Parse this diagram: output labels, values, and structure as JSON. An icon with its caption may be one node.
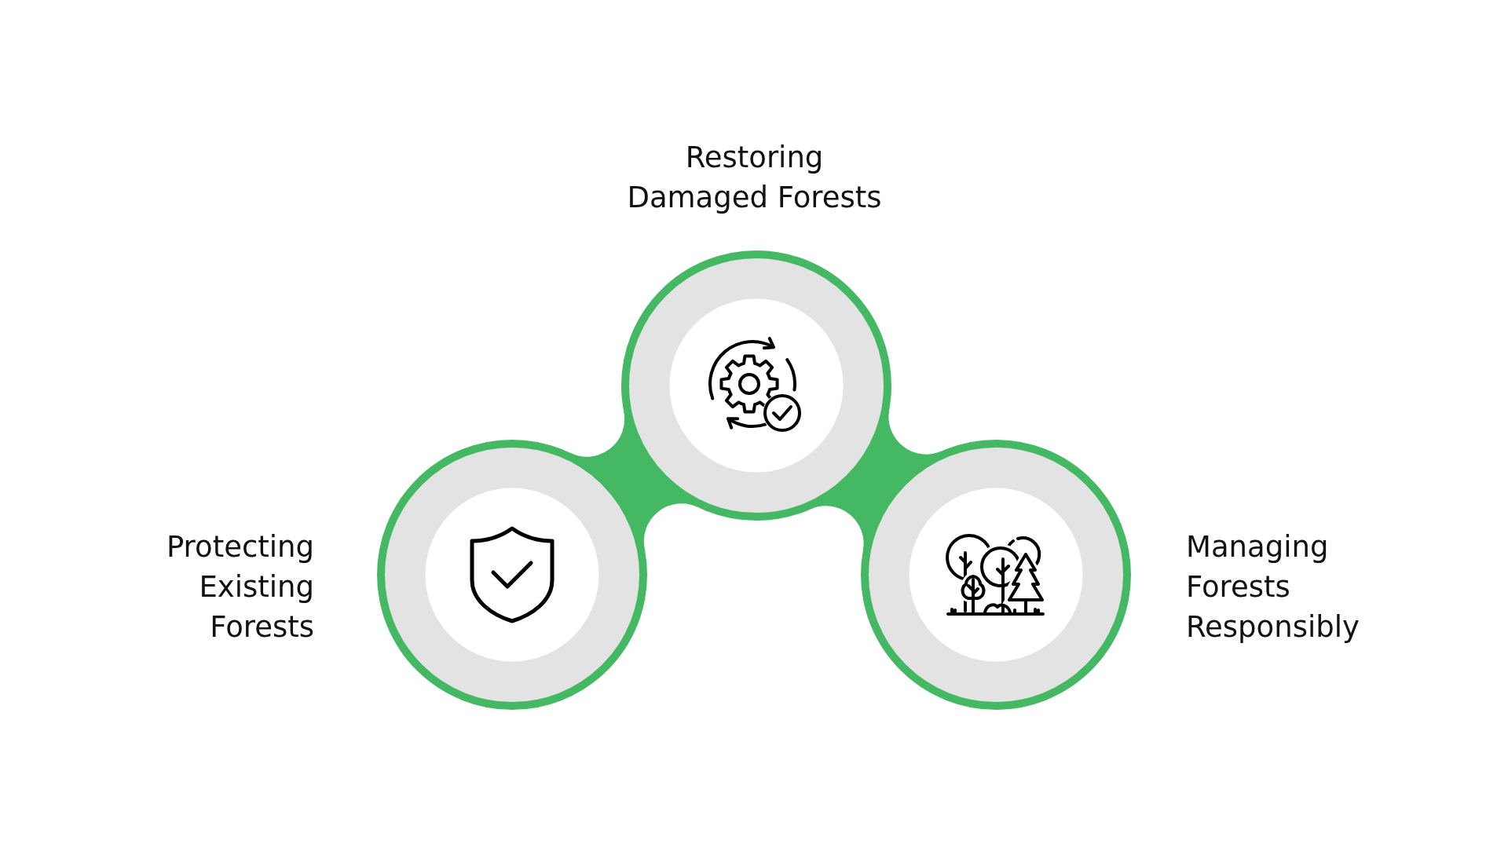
{
  "diagram": {
    "nodes": [
      {
        "text": [
          "Restoring Damaged Forests"
        ]
      },
      {
        "text": [
          "Protecting Existing Forests"
        ]
      },
      {
        "text": [
          "Managing Forests Responsibly"
        ]
      }
    ],
    "edges": [
      {
        "from": 1,
        "to": 0,
        "arrow": "none"
      },
      {
        "from": 0,
        "to": 2,
        "arrow": "none"
      }
    ]
  }
}
